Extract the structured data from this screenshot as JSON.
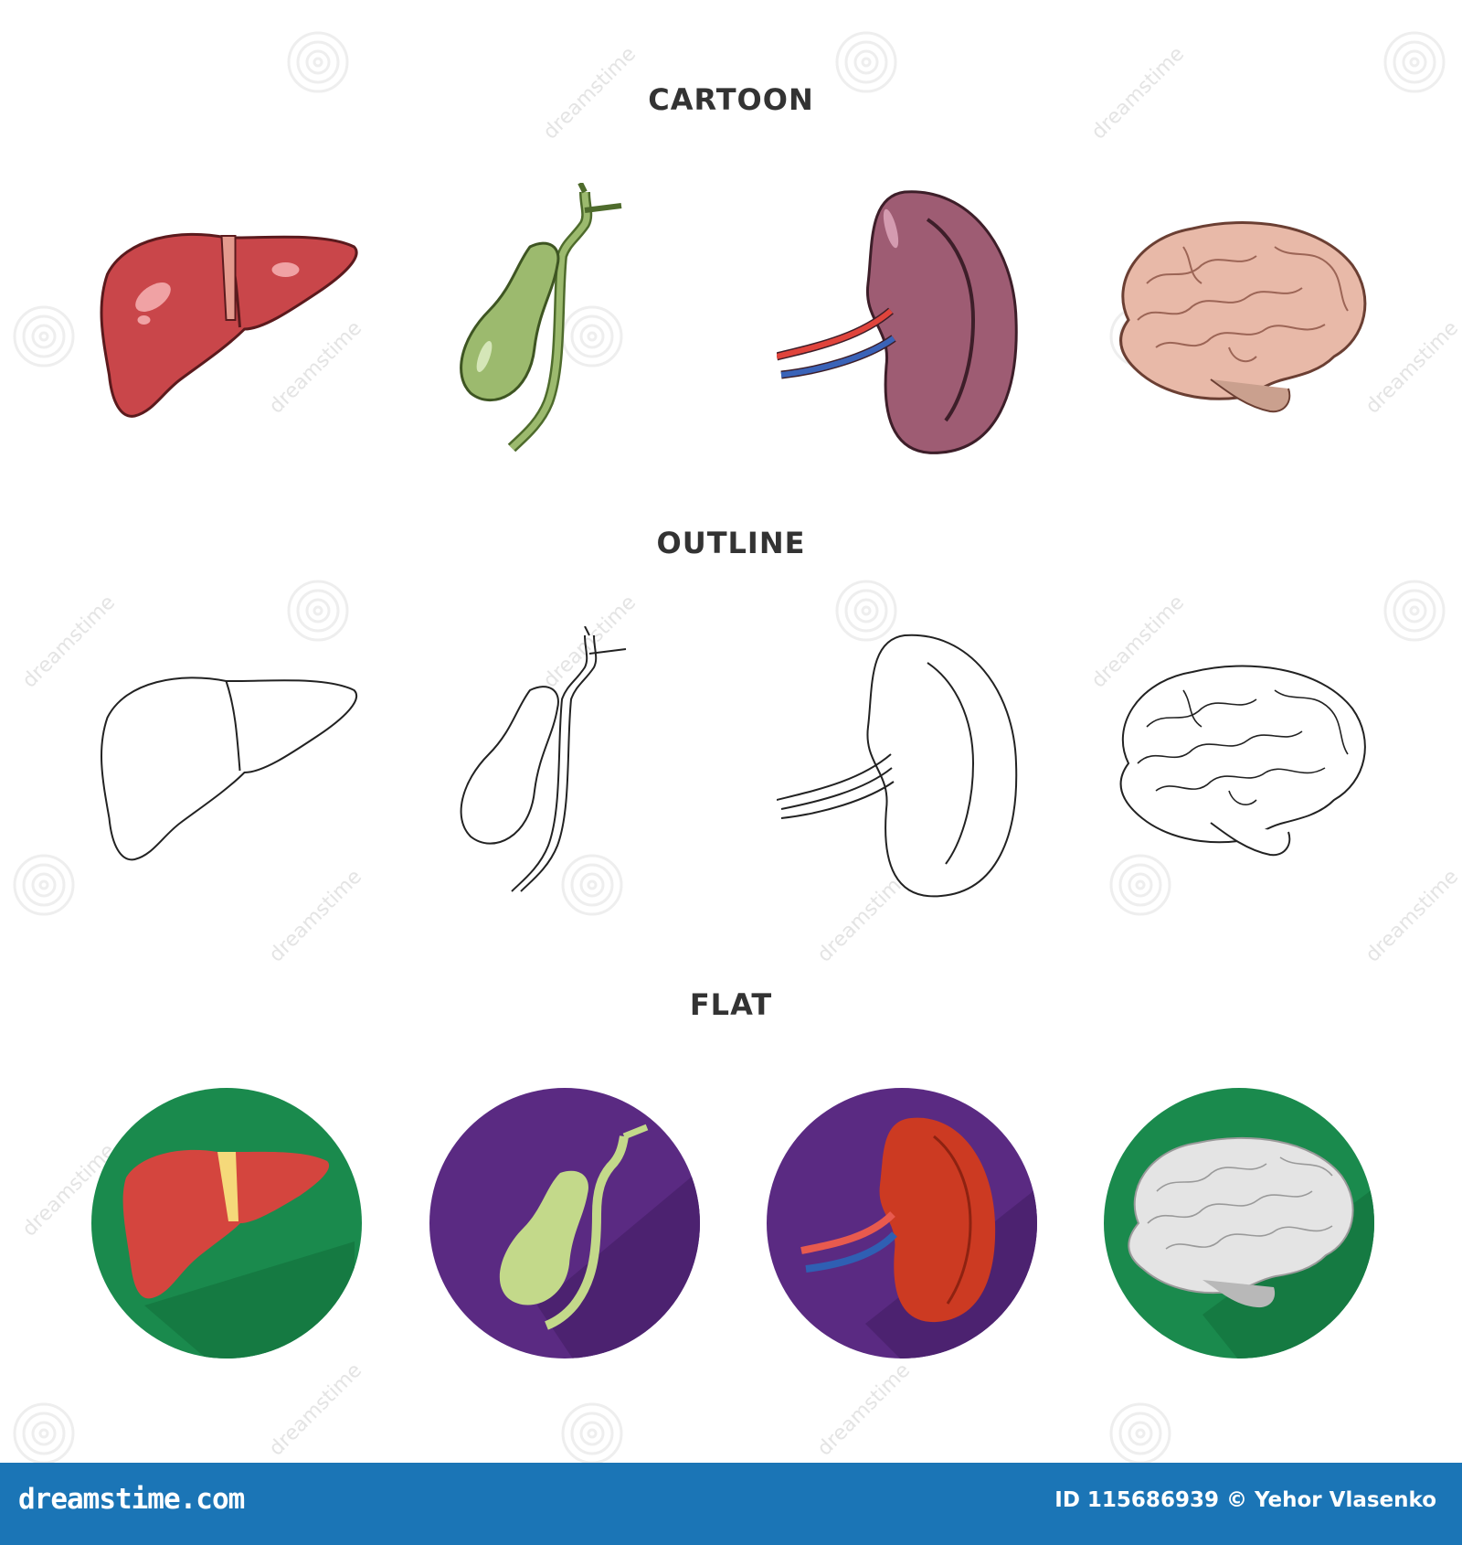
{
  "sections": {
    "cartoon": "CARTOON",
    "outline": "OUTLINE",
    "flat": "FLAT"
  },
  "icons": [
    "liver-icon",
    "gallbladder-icon",
    "kidney-icon",
    "brain-icon"
  ],
  "colors": {
    "liver": "#c9464a",
    "gallbladder": "#9cba6e",
    "kidney": "#9e5c73",
    "brain": "#e8b9a8",
    "flat_green": "#1a8a4d",
    "flat_purple": "#5a2a82",
    "footer": "#1b75b6"
  },
  "footer": {
    "brand": "dreamstime.com",
    "id_label": "ID 115686939",
    "copyright": "© Yehor Vlasenko"
  },
  "watermark": {
    "text": "dreamstime"
  }
}
